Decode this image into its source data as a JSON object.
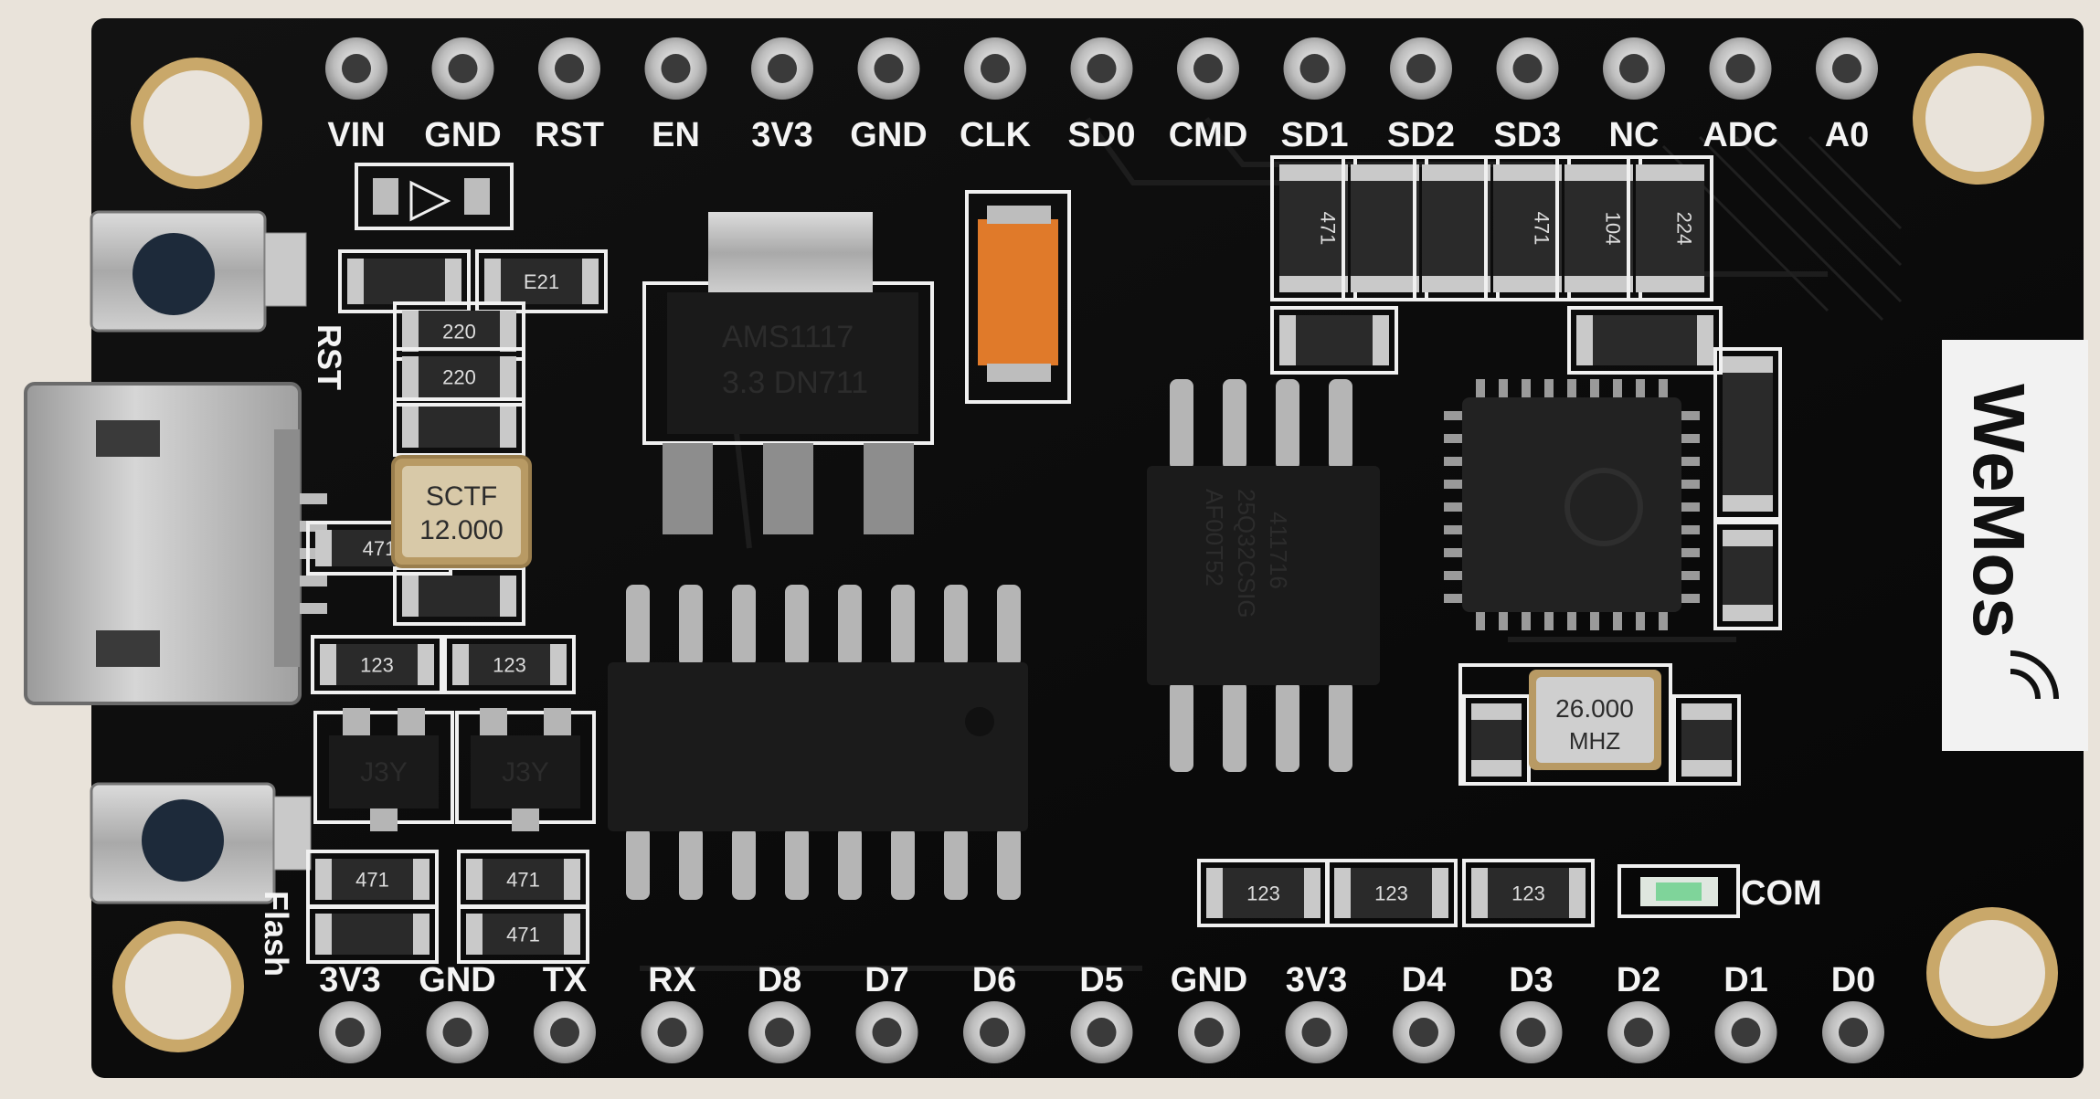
{
  "board": {
    "top_pins": [
      "VIN",
      "GND",
      "RST",
      "EN",
      "3V3",
      "GND",
      "CLK",
      "SD0",
      "CMD",
      "SD1",
      "SD2",
      "SD3",
      "NC",
      "ADC",
      "A0"
    ],
    "bottom_pins": [
      "3V3",
      "GND",
      "TX",
      "RX",
      "D8",
      "D7",
      "D6",
      "D5",
      "GND",
      "3V3",
      "D4",
      "D3",
      "D2",
      "D1",
      "D0"
    ],
    "labels": {
      "rst": "RST",
      "flash": "Flash",
      "com": "COM"
    },
    "logo": {
      "text": "WeMos"
    },
    "regulator": {
      "line1": "AMS1117",
      "line2": "3.3  DN711"
    },
    "crystal_usb": {
      "line1": "SCTF",
      "line2": "12.000"
    },
    "crystal_main": {
      "line1": "26.000",
      "line2": "MHZ"
    },
    "flash_chip": {
      "line1": "AF00T52",
      "line2": "25Q32CSIG",
      "line3": "411716"
    },
    "transistors": [
      "J3Y",
      "J3Y"
    ],
    "resistors": {
      "r_top_1": "E21",
      "r_usb_1": "220",
      "r_usb_2": "220",
      "r_left_1": "123",
      "r_left_2": "123",
      "r_bot_1": "471",
      "r_bot_2": "471",
      "r_bot_3": "471",
      "r_bot_4": "471",
      "r_top_right_1": "471",
      "r_top_right_2": "471",
      "r_top_right_3": "104",
      "r_top_right_4": "224",
      "r_com_1": "123",
      "r_com_2": "123",
      "r_com_3": "123"
    }
  }
}
